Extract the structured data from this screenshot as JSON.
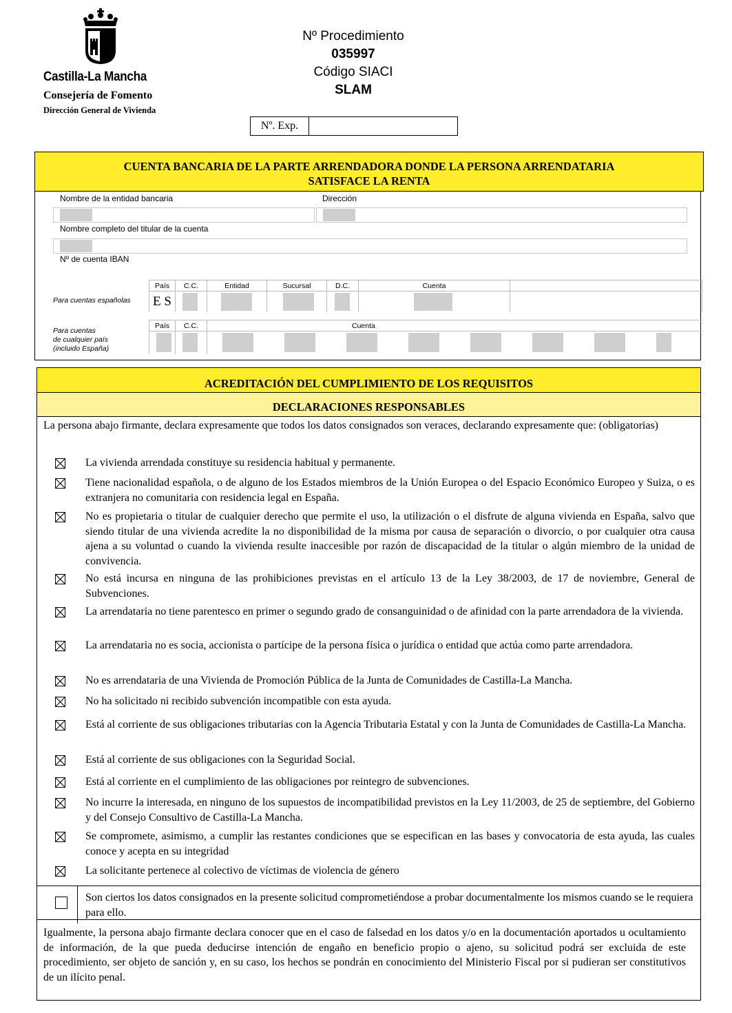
{
  "header": {
    "brand": "Castilla-La Mancha",
    "consejeria": "Consejería de Fomento",
    "direccion": "Dirección General de Vivienda",
    "proc_label": "Nº Procedimiento",
    "proc_number": "035997",
    "siaci_label": "Código SIACI",
    "siaci_code": "SLAM",
    "exp_label": "Nº. Exp."
  },
  "bank_section": {
    "title_line1": "CUENTA BANCARIA DE LA PARTE ARRENDADORA DONDE LA PERSONA ARRENDATARIA",
    "title_line2": "SATISFACE LA RENTA",
    "entity_label": "Nombre de la entidad bancaria",
    "address_label": "Dirección",
    "holder_label": "Nombre completo del titular de la cuenta",
    "iban_label": "Nº de cuenta IBAN",
    "spanish_accounts_label": "Para cuentas españolas",
    "any_country_label_1": "Para cuentas",
    "any_country_label_2": "de cualquier país",
    "any_country_label_3": "(incluido España)",
    "col_pais": "País",
    "col_cc": "C.C.",
    "col_entidad": "Entidad",
    "col_sucursal": "Sucursal",
    "col_dc": "D.C.",
    "col_cuenta": "Cuenta",
    "country_prefix": "E S"
  },
  "requirements": {
    "title": "ACREDITACIÓN DEL CUMPLIMIENTO DE LOS REQUISITOS",
    "subtitle": "DECLARACIONES RESPONSABLES",
    "intro": "La persona abajo firmante, declara expresamente que todos los datos consignados son veraces, declarando expresamente que: (obligatorias)",
    "items": [
      {
        "checked": true,
        "text": "La vivienda arrendada constituye su residencia habitual y permanente."
      },
      {
        "checked": true,
        "text": "Tiene nacionalidad española, o de alguno de los Estados miembros de la Unión Europea o del Espacio Económico Europeo y Suiza, o es extranjera no comunitaria con residencia legal en España."
      },
      {
        "checked": true,
        "text": "No es propietaria o titular de cualquier derecho que permite el uso, la utilización o el disfrute de alguna vivienda en España, salvo que siendo titular de una vivienda acredite la no disponibilidad de la misma por causa de separación o divorcio, o por cualquier otra causa ajena a su voluntad o cuando la vivienda resulte inaccesible por razón de discapacidad de la titular o algún miembro de la unidad de convivencia."
      },
      {
        "checked": true,
        "text": "No está incursa en ninguna de las prohibiciones previstas en el artículo 13 de la Ley 38/2003, de 17 de noviembre, General de Subvenciones."
      },
      {
        "checked": true,
        "text": "La arrendataria no tiene parentesco en primer o segundo grado de consanguinidad o de afinidad con la parte arrendadora de la vivienda."
      },
      {
        "checked": true,
        "text": "La arrendataria no es socia, accionista o partícipe de la persona física o jurídica o entidad que actúa como parte arrendadora."
      },
      {
        "checked": true,
        "text": "No es arrendataria de una Vivienda de Promoción Pública de la Junta de Comunidades de Castilla-La Mancha."
      },
      {
        "checked": true,
        "text": "No ha solicitado ni recibido subvención incompatible con esta ayuda."
      },
      {
        "checked": true,
        "text": "Está al corriente de sus obligaciones tributarias con la Agencia Tributaria Estatal y con la Junta de Comunidades de Castilla-La Mancha."
      },
      {
        "checked": true,
        "text": "Está al corriente de sus obligaciones con la Seguridad Social."
      },
      {
        "checked": true,
        "text": "Está al corriente en el cumplimiento de las obligaciones por reintegro de subvenciones."
      },
      {
        "checked": true,
        "text": "No incurre la interesada, en ninguno de los supuestos de incompatibilidad previstos en la Ley 11/2003, de 25 de septiembre, del Gobierno y del Consejo Consultivo de Castilla-La Mancha."
      },
      {
        "checked": true,
        "text": "Se compromete, asimismo, a cumplir las restantes condiciones que se especifican en las bases y convocatoria de esta ayuda, las cuales conoce y acepta en su integridad"
      },
      {
        "checked": true,
        "text": "La solicitante pertenece al colectivo de víctimas de violencia de género"
      }
    ],
    "optional_item": {
      "checked": false,
      "text": "Son ciertos los datos consignados en la presente solicitud comprometiéndose a probar documentalmente los mismos cuando se le requiera para ello."
    },
    "final_paragraph": "Igualmente, la persona abajo firmante declara conocer que en el caso de falsedad en los datos y/o en la documentación aportados u ocultamiento de información, de la que pueda deducirse intención de engaño en beneficio propio o ajeno, su solicitud podrá ser excluida de este procedimiento, ser objeto de sanción y, en su caso, los hechos se pondrán en conocimiento del Ministerio Fiscal por si pudieran ser constitutivos de un ilícito penal."
  }
}
